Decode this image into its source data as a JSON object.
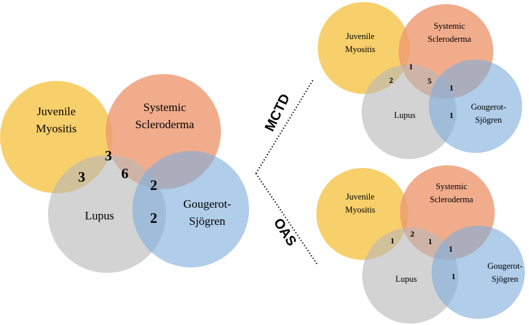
{
  "colors": {
    "juvenile_myositis": "#F7C64A",
    "systemic_scleroderma": "#EE9A73",
    "lupus": "#B8B8B8",
    "gougerot_sjogren": "#7FAEDC",
    "connector_line": "#000000"
  },
  "labels": {
    "jm_line1": "Juvenile",
    "jm_line2": "Myositis",
    "ss_line1": "Systemic",
    "ss_line2": "Scleroderma",
    "lupus": "Lupus",
    "gs_line1": "Gougerot-",
    "gs_line2": "Sjögren"
  },
  "main": {
    "count_jm_ss_lupus": "3",
    "count_jm_lupus": "3",
    "count_ss_lupus": "6",
    "count_lupus_gs_ss": "2",
    "count_lupus_gs": "2"
  },
  "mctd": {
    "side_label": "MCTD",
    "count_jm_ss_lupus": "1",
    "count_jm_lupus": "2",
    "count_ss_lupus": "5",
    "count_lupus_gs_ss": "1",
    "count_lupus_gs": "1"
  },
  "oas": {
    "side_label": "OAS",
    "count_jm_ss_lupus": "2",
    "count_jm_lupus": "1",
    "count_ss_lupus": "1",
    "count_lupus_gs_ss": "1",
    "count_lupus_gs": "1"
  }
}
